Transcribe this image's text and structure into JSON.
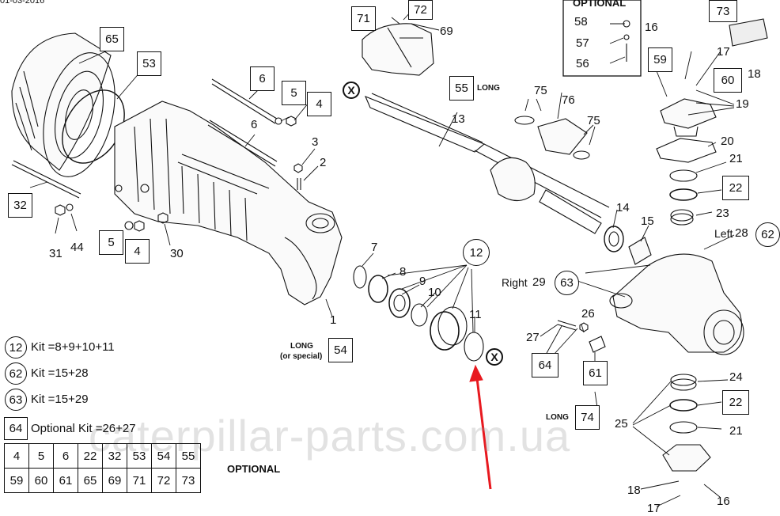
{
  "header": {
    "date_fragment": "01-03-2016"
  },
  "labels": {
    "optional_top": "OPTIONAL",
    "long_55": "LONG",
    "long_54": "LONG",
    "or_special": "(or special)",
    "long_74": "LONG",
    "left": "Left",
    "right": "Right",
    "optional_grid": "OPTIONAL"
  },
  "callouts": {
    "n1": "1",
    "n2": "2",
    "n3": "3",
    "n4a": "4",
    "n4b": "4",
    "n5a": "5",
    "n5b": "5",
    "n6a": "6",
    "n6b": "6",
    "n7": "7",
    "n8": "8",
    "n9": "9",
    "n10": "10",
    "n11": "11",
    "n12": "12",
    "n13": "13",
    "n14": "14",
    "n15": "15",
    "n16a": "16",
    "n16b": "16",
    "n17a": "17",
    "n17b": "17",
    "n18a": "18",
    "n18b": "18",
    "n19": "19",
    "n20": "20",
    "n21a": "21",
    "n21b": "21",
    "n22a": "22",
    "n22b": "22",
    "n23": "23",
    "n24": "24",
    "n25": "25",
    "n26": "26",
    "n27": "27",
    "n28": "28",
    "n29": "29",
    "n30": "30",
    "n31": "31",
    "n32": "32",
    "n44": "44",
    "n53": "53",
    "n54": "54",
    "n55": "55",
    "n56": "56",
    "n57": "57",
    "n58": "58",
    "n59": "59",
    "n60": "60",
    "n61": "61",
    "n62": "62",
    "n63": "63",
    "n64": "64",
    "n65": "65",
    "n69": "69",
    "n71": "71",
    "n72": "72",
    "n73": "73",
    "n74": "74",
    "n75a": "75",
    "n75b": "75",
    "n76": "76"
  },
  "marker": {
    "x_label": "X"
  },
  "legend": [
    {
      "id": "12",
      "text": "Kit =8+9+10+11"
    },
    {
      "id": "62",
      "text": "Kit =15+28"
    },
    {
      "id": "63",
      "text": "Kit =15+29"
    },
    {
      "id": "64",
      "text": "Optional Kit =26+27"
    }
  ],
  "optional_grid": {
    "row1": [
      "4",
      "5",
      "6",
      "22",
      "32",
      "53",
      "54",
      "55"
    ],
    "row2": [
      "59",
      "60",
      "61",
      "65",
      "69",
      "71",
      "72",
      "73"
    ]
  },
  "watermark": "caterpillar-parts.com.ua",
  "colors": {
    "arrow": "#e8191f",
    "ink": "#111111"
  }
}
